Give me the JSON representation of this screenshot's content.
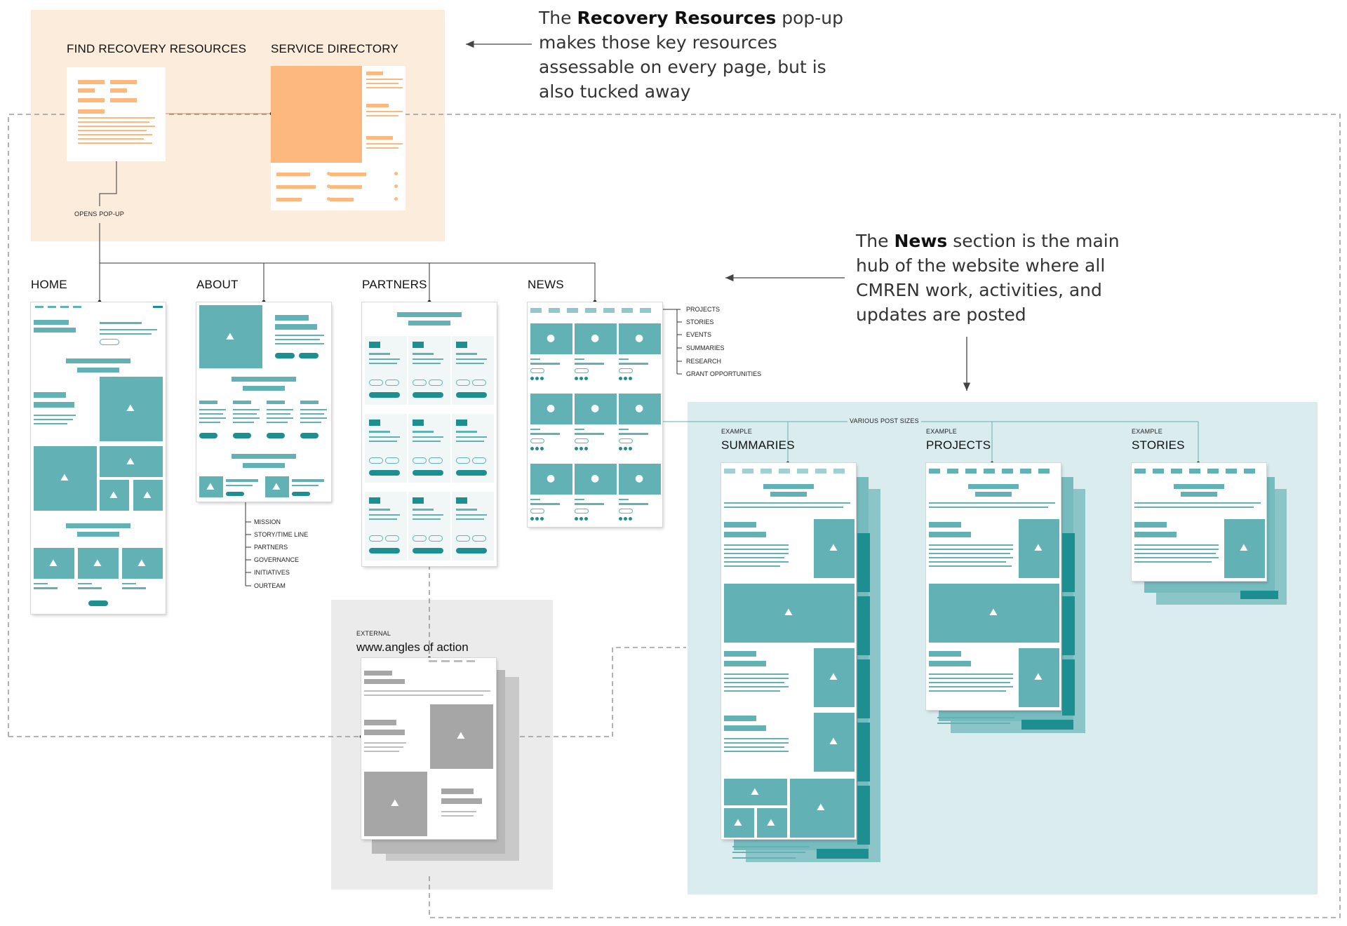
{
  "notes": {
    "recovery": {
      "line1_pre": "The ",
      "line1_bold": "Recovery Resources",
      "line1_post": " pop-up",
      "line2": "makes those key resources",
      "line3": "assessable on every page, but is",
      "line4": "also tucked away"
    },
    "news": {
      "line1_pre": "The ",
      "line1_bold": "News",
      "line1_post": " section is the main",
      "line2": "hub of the website where all",
      "line3": "CMREN work, activities, and",
      "line4": "updates are posted"
    }
  },
  "popup": {
    "find_title": "FIND RECOVERY RESOURCES",
    "directory_title": "SERVICE DIRECTORY",
    "opens_label": "OPENS POP-UP"
  },
  "pages": {
    "home": "HOME",
    "about": "ABOUT",
    "partners": "PARTNERS",
    "news": "NEWS"
  },
  "about_menu": [
    "MISSION",
    "STORY/TIME LINE",
    "PARTNERS",
    "GOVERNANCE",
    "INITIATIVES",
    "OURTEAM"
  ],
  "news_menu": [
    "PROJECTS",
    "STORIES",
    "EVENTS",
    "SUMMARIES",
    "RESEARCH",
    "GRANT OPPORTUNITIES"
  ],
  "external": {
    "tag": "EXTERNAL",
    "title": "www.angles of action"
  },
  "posts": {
    "various_label": "VARIOUS POST SIZES",
    "example_tag": "EXAMPLE",
    "summaries": "SUMMARIES",
    "projects": "PROJECTS",
    "stories": "STORIES"
  },
  "colors": {
    "teal": "#62b1b5",
    "teal_dark": "#1e8f90",
    "orange": "#fdb97d",
    "popup_bg": "#fcecdc",
    "news_bg": "#dbecef",
    "external_bg": "#ebebeb"
  },
  "icons": {
    "image": "image-icon",
    "user": "user-icon",
    "arrow": "arrow-left-icon"
  }
}
